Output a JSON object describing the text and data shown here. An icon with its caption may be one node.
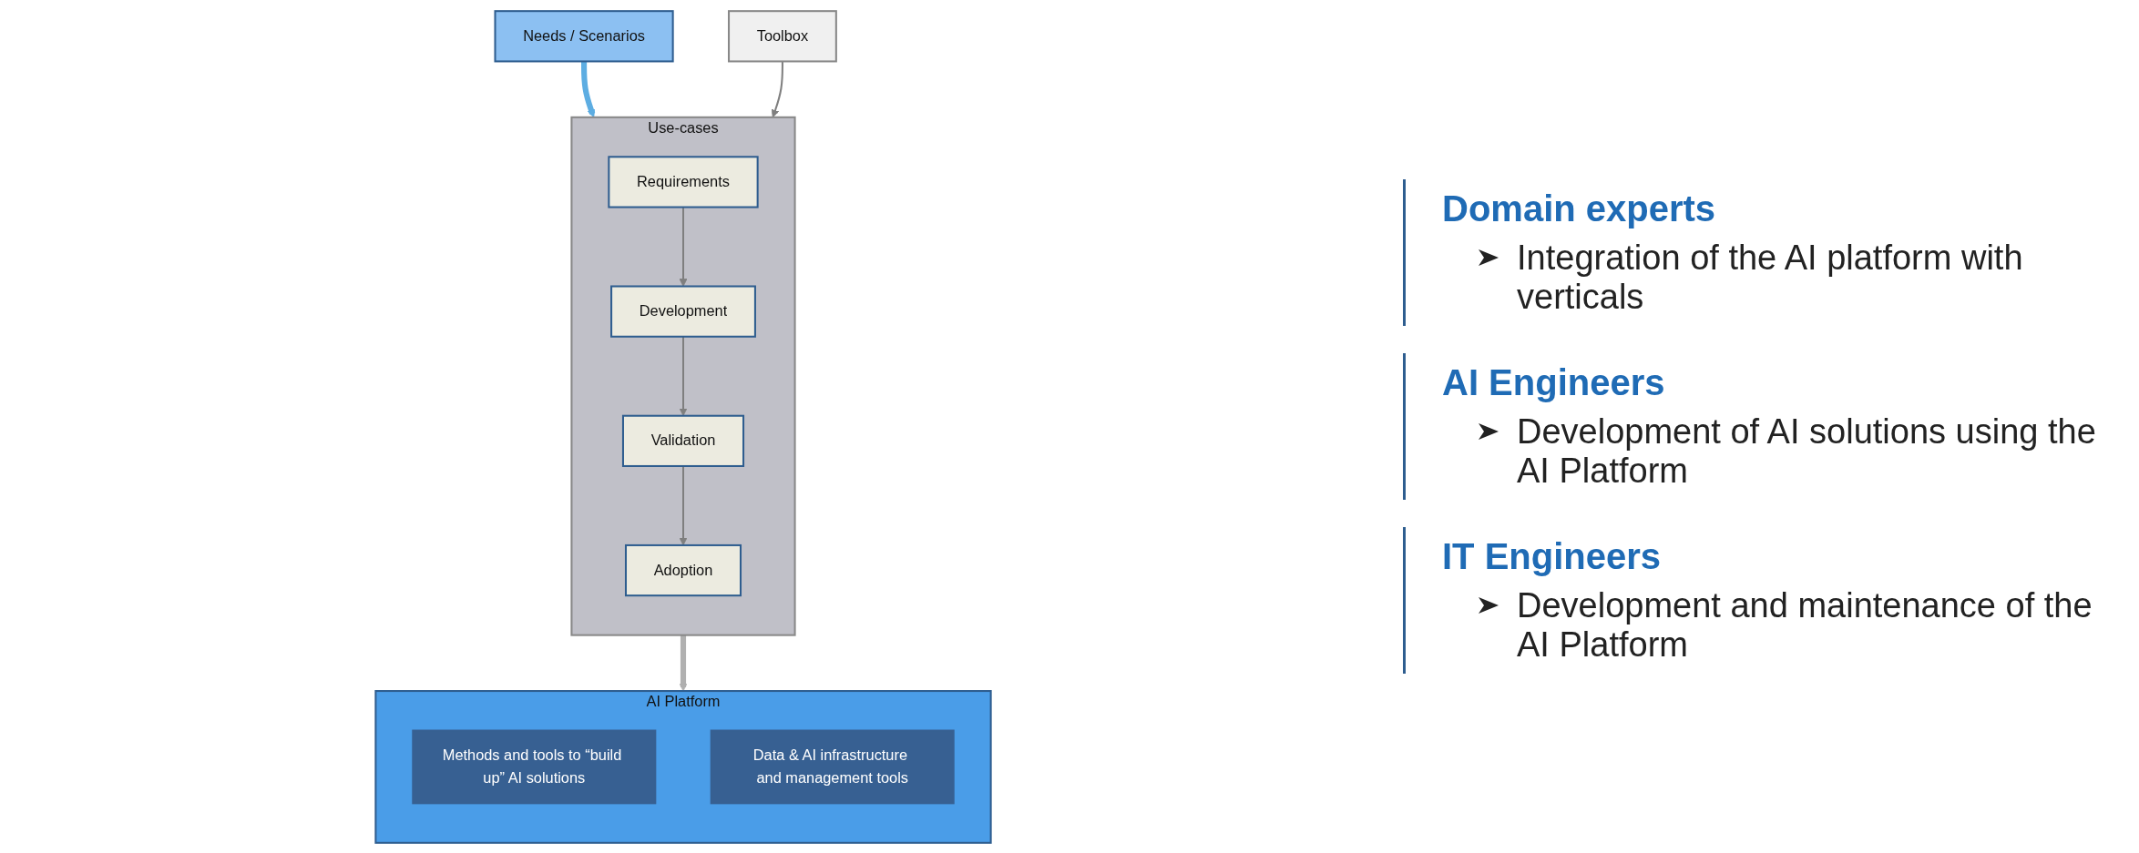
{
  "diagram": {
    "nodes": [
      {
        "text": [
          "Needs / Scenarios"
        ]
      },
      {
        "text": [
          "Toolbox"
        ]
      },
      {
        "text": [
          "Use-cases"
        ]
      },
      {
        "text": [
          "Requirements"
        ],
        "in": 2
      },
      {
        "text": [
          "Development"
        ],
        "in": 2
      },
      {
        "text": [
          "Validation"
        ],
        "in": 2
      },
      {
        "text": [
          "Adoption"
        ],
        "in": 2
      },
      {
        "text": [
          "AI Platform"
        ]
      },
      {
        "text": [
          "Methods and tools to “build up” AI solutions"
        ],
        "in": 7
      },
      {
        "text": [
          "Data & AI infrastructure and management tools"
        ],
        "in": 7
      }
    ],
    "edges": [
      {
        "from": 0,
        "to": 2,
        "arrow": "to",
        "style": "thick",
        "color": "#5dade2"
      },
      {
        "from": 1,
        "to": 2,
        "arrow": "to"
      },
      {
        "from": 3,
        "to": 4,
        "arrow": "to"
      },
      {
        "from": 4,
        "to": 5,
        "arrow": "to"
      },
      {
        "from": 5,
        "to": 6,
        "arrow": "to"
      },
      {
        "from": 2,
        "to": 7,
        "arrow": "to",
        "style": "thick",
        "color": "#b0b0b0"
      }
    ],
    "labels": [
      "Domain experts",
      "Integration of the AI platform with verticals",
      "AI Engineers",
      "Development of AI solutions using the AI Platform",
      "IT Engineers",
      "Development and maintenance of the AI Platform"
    ]
  }
}
